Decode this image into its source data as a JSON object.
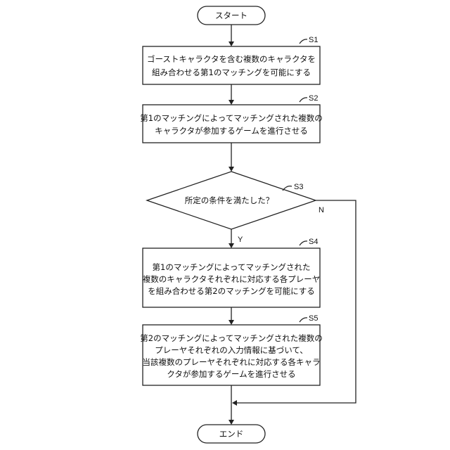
{
  "flowchart": {
    "start": "スタート",
    "end": "エンド",
    "steps": {
      "s1": {
        "id": "S1",
        "lines": [
          "ゴーストキャラクタを含む複数のキャラクタを",
          "組み合わせる第1のマッチングを可能にする"
        ]
      },
      "s2": {
        "id": "S2",
        "lines": [
          "第1のマッチングによってマッチングされた複数の",
          "キャラクタが参加するゲームを進行させる"
        ]
      },
      "s3": {
        "id": "S3",
        "lines": [
          "所定の条件を満たした？"
        ],
        "yes": "Y",
        "no": "N"
      },
      "s4": {
        "id": "S4",
        "lines": [
          "第1のマッチングによってマッチングされた",
          "複数のキャラクタそれぞれに対応する各プレーヤ",
          "を組み合わせる第2のマッチングを可能にする"
        ]
      },
      "s5": {
        "id": "S5",
        "lines": [
          "第2のマッチングによってマッチングされた複数の",
          "プレーヤそれぞれの入力情報に基づいて、",
          "当該複数のプレーヤそれぞれに対応する各キャラ",
          "クタが参加するゲームを進行させる"
        ]
      }
    }
  }
}
